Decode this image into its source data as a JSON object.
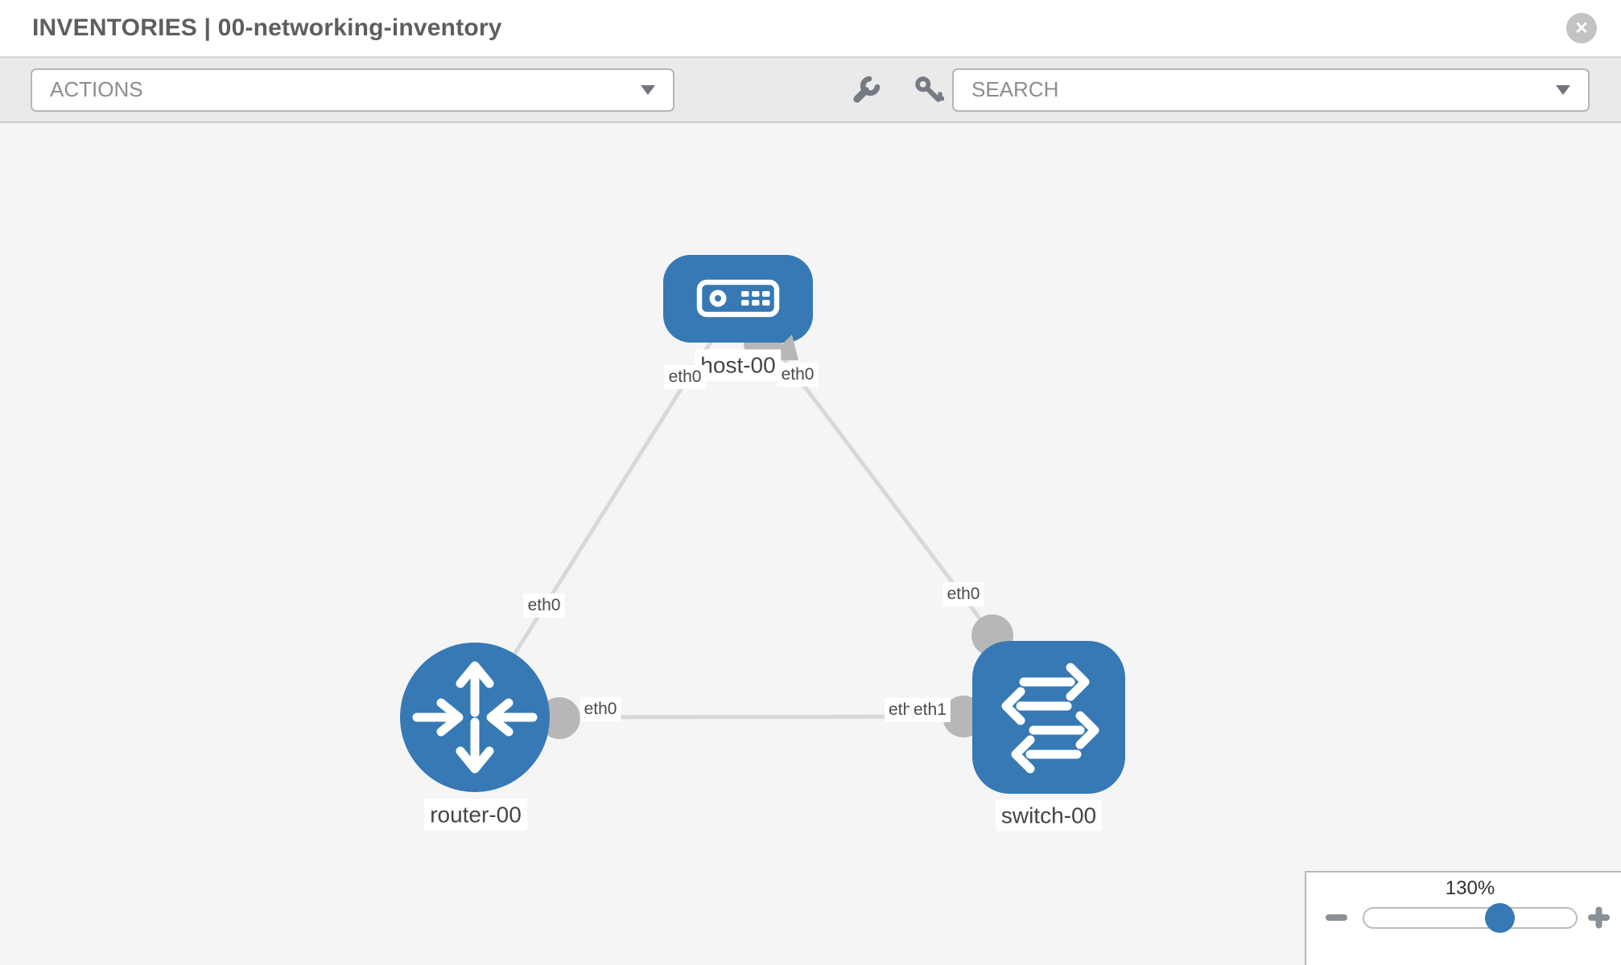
{
  "header": {
    "title": "INVENTORIES | 00-networking-inventory",
    "close_icon": "x-circle-icon"
  },
  "toolbar": {
    "actions_label": "ACTIONS",
    "search_label": "SEARCH",
    "icons": [
      "wrench-icon",
      "key-icon"
    ]
  },
  "colors": {
    "node_blue": "#3679b5",
    "link_gray": "#d8d8d8",
    "endpoint_gray": "#b7b7b7",
    "canvas_bg": "#f5f5f5"
  },
  "topology": {
    "nodes": [
      {
        "name": "host-00",
        "type": "host"
      },
      {
        "name": "router-00",
        "type": "router"
      },
      {
        "name": "switch-00",
        "type": "switch"
      }
    ],
    "links": [
      {
        "from": "host-00",
        "to": "router-00"
      },
      {
        "from": "host-00",
        "to": "switch-00"
      },
      {
        "from": "router-00",
        "to": "switch-00"
      }
    ],
    "interface_labels": {
      "host_left": "eth0",
      "host_right": "eth0",
      "router_uplink": "eth0",
      "switch_uplink": "eth0",
      "link_router_side": "eth0",
      "link_switch_side_back": "eth1",
      "link_switch_side_front": "eth1"
    }
  },
  "zoom_control": {
    "value": "130%",
    "minus_icon": "minus-icon",
    "plus_icon": "plus-icon"
  }
}
